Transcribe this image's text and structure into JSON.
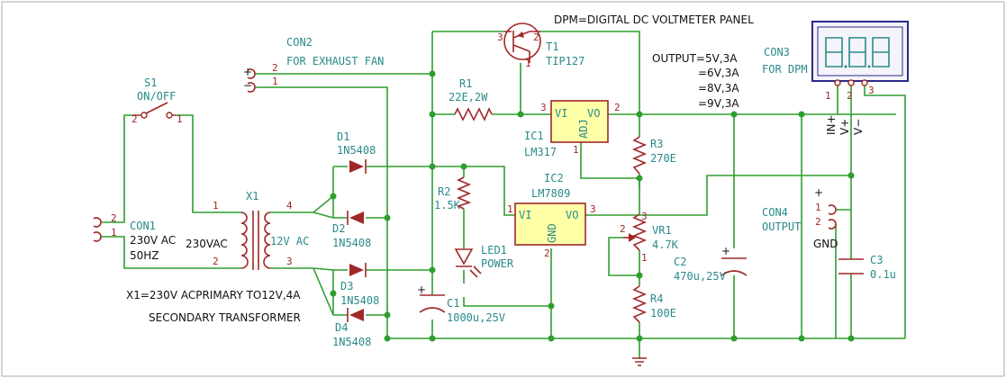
{
  "title": "DPM=DIGITAL DC VOLTMETER PANEL",
  "output_note": [
    "OUTPUT=5V,3A",
    "=6V,3A",
    "=8V,3A",
    "=9V,3A"
  ],
  "con3": {
    "ref": "CON3",
    "value": "FOR DPM",
    "pin_labels": [
      "IN+",
      "V+",
      "V−"
    ],
    "pins": [
      "1",
      "2",
      "3"
    ]
  },
  "con2": {
    "ref": "CON2",
    "value": "FOR EXHAUST FAN",
    "plus": "+",
    "minus": "−",
    "pins": [
      "2",
      "1"
    ]
  },
  "s1": {
    "ref": "S1",
    "value": "ON/OFF",
    "pins": [
      "2",
      "1"
    ]
  },
  "con1": {
    "ref": "CON1",
    "value": "230V AC",
    "extra": "50HZ",
    "pins": [
      "2",
      "1"
    ]
  },
  "x1": {
    "ref": "X1",
    "primary": "230VAC",
    "secondary": "12V AC",
    "pins": [
      "1",
      "2",
      "4",
      "3"
    ],
    "note_line1": "X1=230V  ACPRIMARY TO12V,4A",
    "note_line2": "SECONDARY TRANSFORMER"
  },
  "diodes": [
    {
      "ref": "D1",
      "value": "1N5408"
    },
    {
      "ref": "D2",
      "value": "1N5408"
    },
    {
      "ref": "D3",
      "value": "1N5408"
    },
    {
      "ref": "D4",
      "value": "1N5408"
    }
  ],
  "t1": {
    "ref": "T1",
    "value": "TIP127",
    "pins": [
      "3",
      "1",
      "2"
    ]
  },
  "r1": {
    "ref": "R1",
    "value": "22E,2W"
  },
  "r2": {
    "ref": "R2",
    "value": "1.5K"
  },
  "r3": {
    "ref": "R3",
    "value": "270E"
  },
  "r4": {
    "ref": "R4",
    "value": "100E"
  },
  "ic1": {
    "ref": "IC1",
    "value": "LM317",
    "vi": "VI",
    "vo": "VO",
    "adj": "ADJ",
    "pins": [
      "3",
      "2",
      "1"
    ]
  },
  "ic2": {
    "ref": "IC2",
    "value": "LM7809",
    "vi": "VI",
    "vo": "VO",
    "gnd": "GND",
    "pins": [
      "1",
      "3",
      "2"
    ]
  },
  "led1": {
    "ref": "LED1",
    "value": "POWER"
  },
  "c1": {
    "ref": "C1",
    "value": "1000u,25V",
    "plus": "+"
  },
  "c2": {
    "ref": "C2",
    "value": "470u,25V",
    "plus": "+"
  },
  "c3": {
    "ref": "C3",
    "value": "0.1u"
  },
  "vr1": {
    "ref": "VR1",
    "value": "4.7K",
    "pins": [
      "2",
      "3",
      "1"
    ]
  },
  "con4": {
    "ref": "CON4",
    "value": "OUTPUT",
    "plus": "+",
    "gnd": "GND",
    "pins": [
      "1",
      "2"
    ]
  }
}
